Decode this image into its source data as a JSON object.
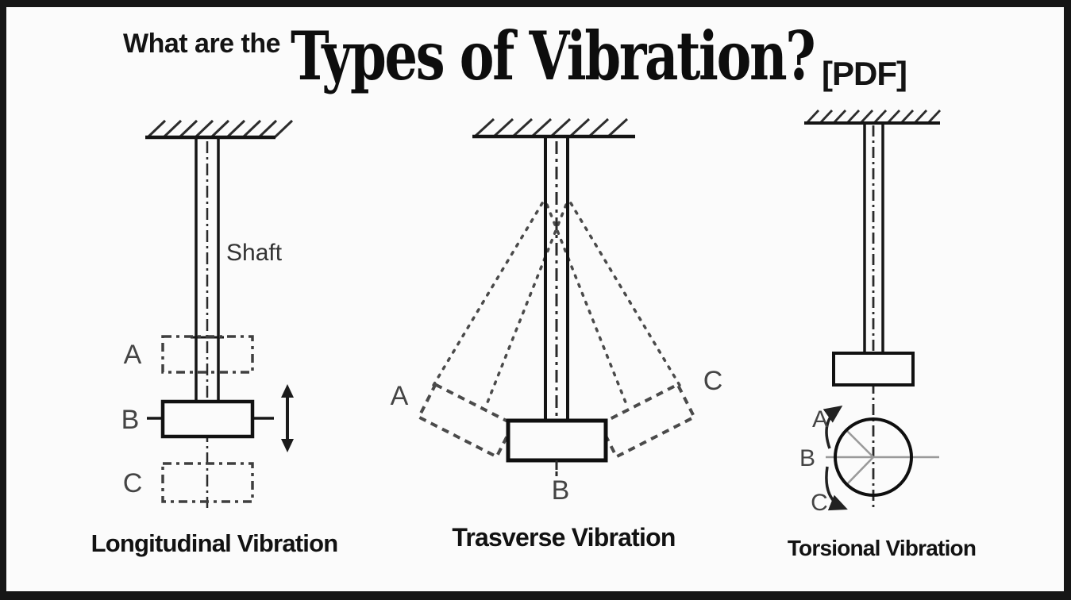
{
  "header": {
    "prefix": "What are the",
    "title": "Types of Vibration?",
    "tag": "[PDF]"
  },
  "diagrams": {
    "longitudinal": {
      "caption": "Longitudinal Vibration",
      "shaft_label": "Shaft",
      "labels": {
        "a": "A",
        "b": "B",
        "c": "C"
      }
    },
    "transverse": {
      "caption": "Trasverse Vibration",
      "labels": {
        "a": "A",
        "b": "B",
        "c": "C"
      }
    },
    "torsional": {
      "caption": "Torsional Vibration",
      "labels": {
        "a": "A",
        "b": "B",
        "c": "C"
      }
    }
  },
  "colors": {
    "ink": "#1d1d1d",
    "dashed_line": "#4a4a4a",
    "reference_gray": "#9a9a9a",
    "background": "#fbfbfb",
    "border": "#161616"
  }
}
